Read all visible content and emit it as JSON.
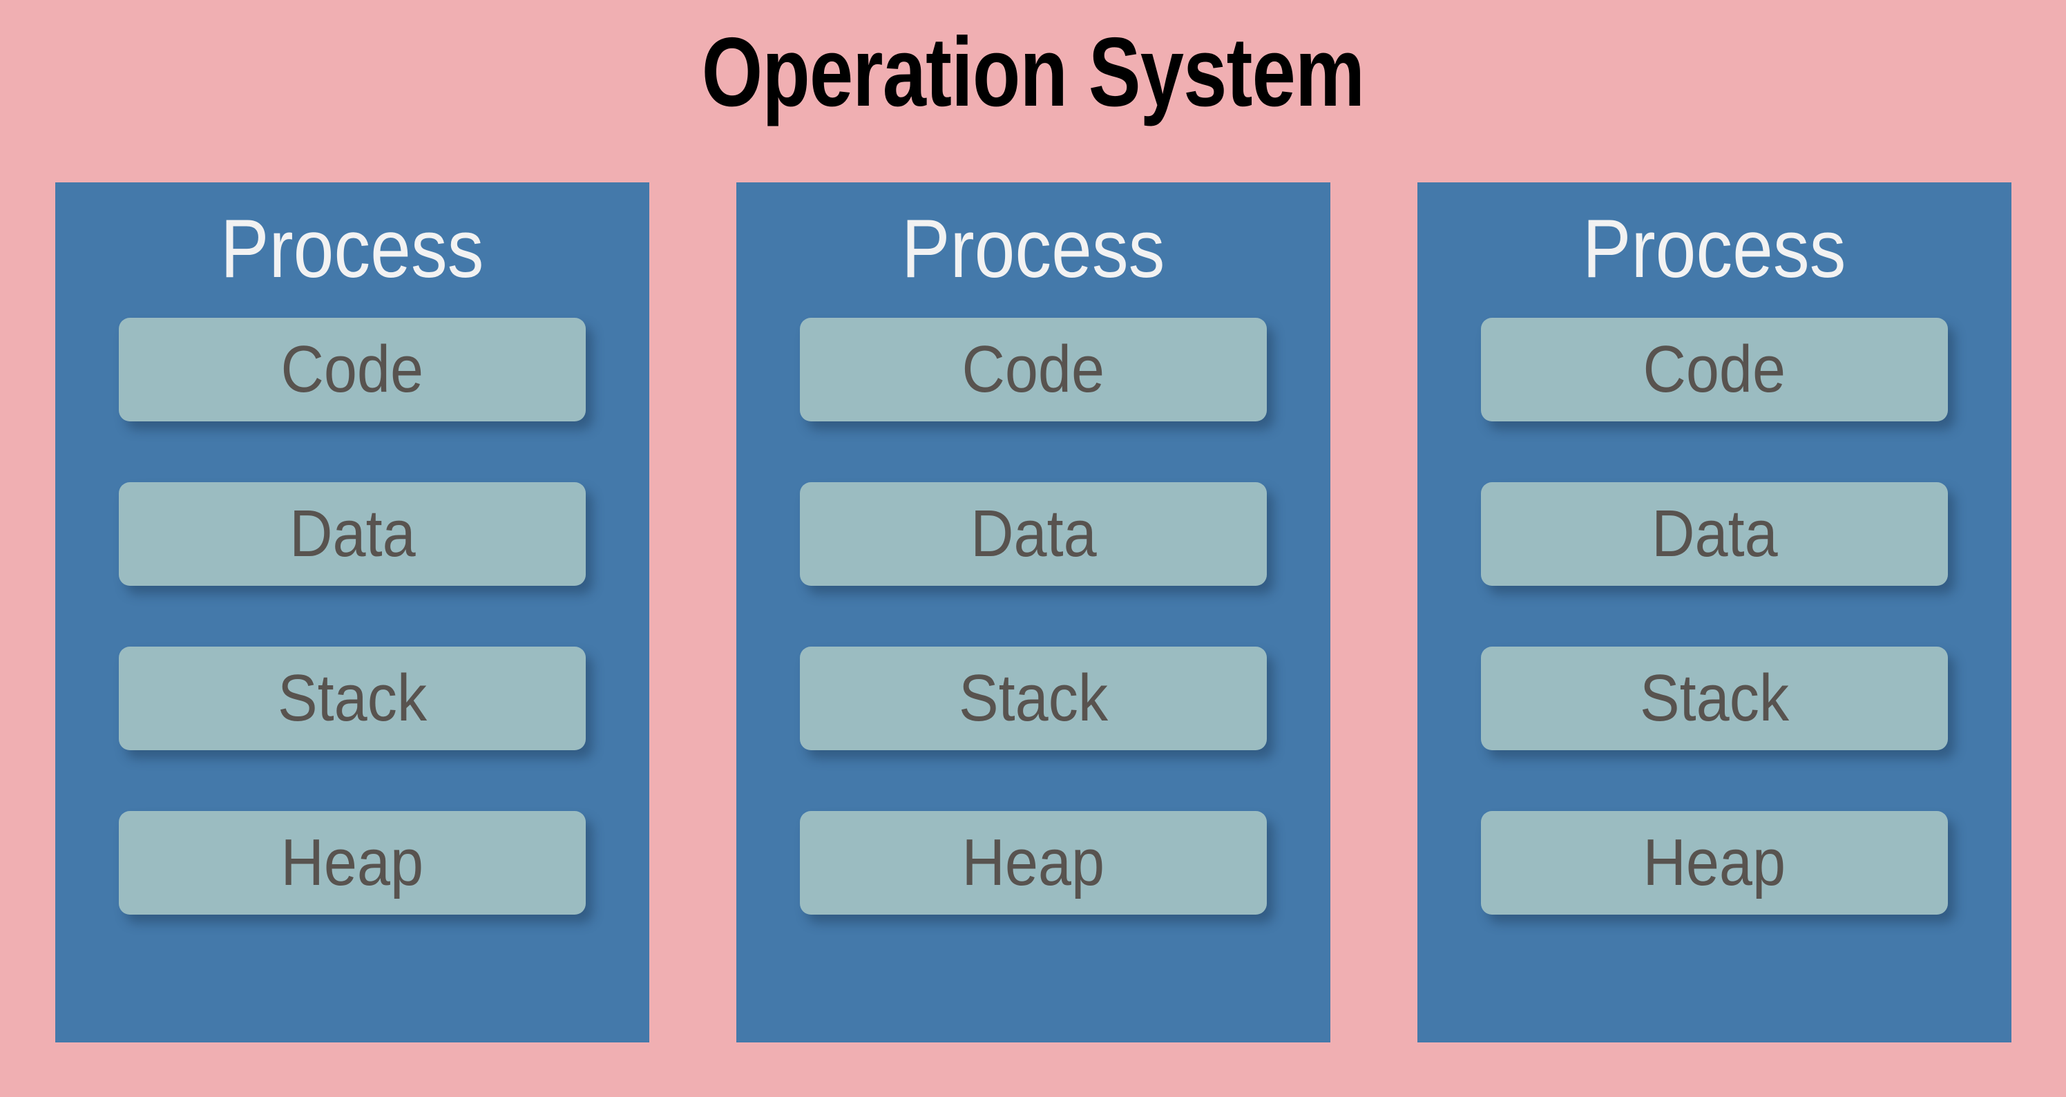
{
  "diagram": {
    "title": "Operation System",
    "background_color": "#F0AFB2",
    "title_color": "#000000",
    "process_box_color": "#4479AA",
    "segment_color": "#9BBCC1",
    "segment_label_color": "#58534F",
    "process_title_color": "#F2F2F2",
    "processes": [
      {
        "title": "Process",
        "segments": [
          {
            "label": "Code"
          },
          {
            "label": "Data"
          },
          {
            "label": "Stack"
          },
          {
            "label": "Heap"
          }
        ]
      },
      {
        "title": "Process",
        "segments": [
          {
            "label": "Code"
          },
          {
            "label": "Data"
          },
          {
            "label": "Stack"
          },
          {
            "label": "Heap"
          }
        ]
      },
      {
        "title": "Process",
        "segments": [
          {
            "label": "Code"
          },
          {
            "label": "Data"
          },
          {
            "label": "Stack"
          },
          {
            "label": "Heap"
          }
        ]
      }
    ]
  }
}
